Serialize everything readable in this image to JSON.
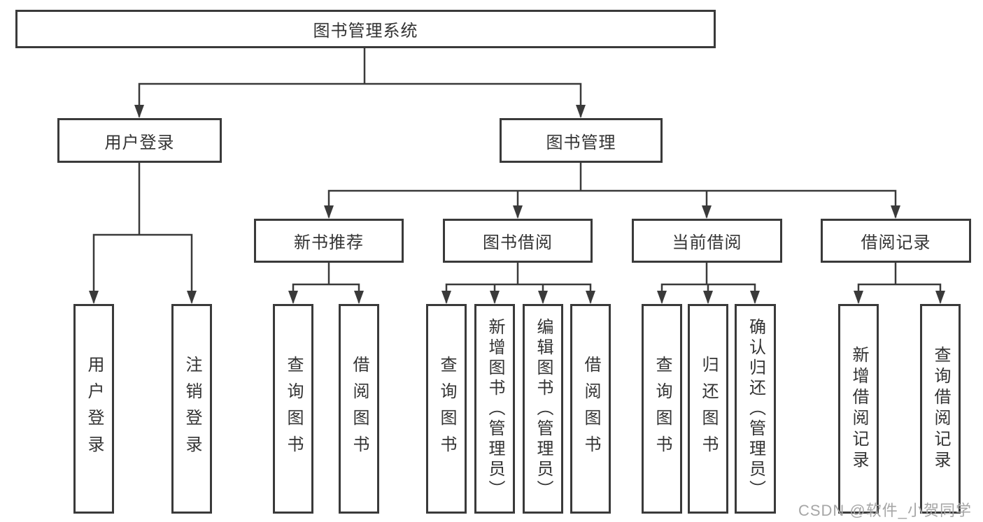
{
  "diagram": {
    "root": {
      "label": "图书管理系统"
    },
    "level2": {
      "user_login": "用户登录",
      "book_mgmt": "图书管理"
    },
    "level3": {
      "new_books": "新书推荐",
      "book_borrow": "图书借阅",
      "current_borrow": "当前借阅",
      "borrow_records": "借阅记录"
    },
    "leaves": {
      "user_login": [
        "用户登录",
        "注销登录"
      ],
      "new_books": [
        "查询图书",
        "借阅图书"
      ],
      "book_borrow": [
        "查询图书",
        "新增图书（管理员）",
        "编辑图书（管理员）",
        "借阅图书"
      ],
      "current_borrow": [
        "查询图书",
        "归还图书",
        "确认归还（管理员）"
      ],
      "borrow_records": [
        "新增借阅记录",
        "查询借阅记录"
      ]
    },
    "watermark": "CSDN @软件_小贺同学",
    "colors": {
      "line": "#3a3a3a",
      "text": "#333333",
      "background": "#ffffff",
      "watermark": "#a6a6a6"
    }
  }
}
